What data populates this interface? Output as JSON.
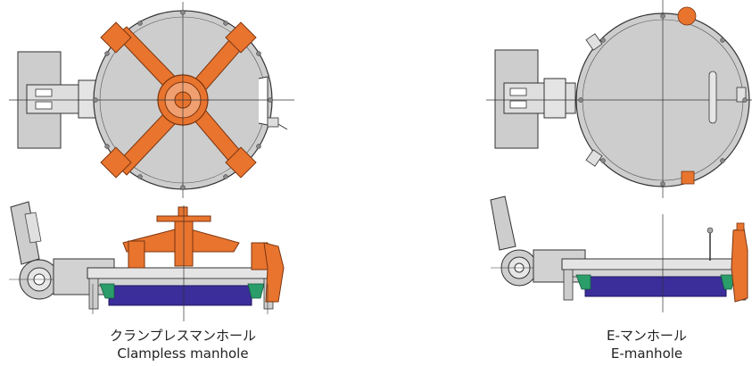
{
  "colors": {
    "background": "#ffffff",
    "body_gray": "#cdcdcd",
    "dark_gray": "#bdbdbd",
    "line": "#333333",
    "clamp_orange": "#e8742e",
    "gasket_green": "#2a9d6a",
    "cover_blue": "#3b2d9a"
  },
  "figures": {
    "clampless": {
      "label_jp": "クランプレスマンホール",
      "label_en": "Clampless manhole"
    },
    "emanhole": {
      "label_jp": "E-マンホール",
      "label_en": "E-manhole"
    }
  }
}
